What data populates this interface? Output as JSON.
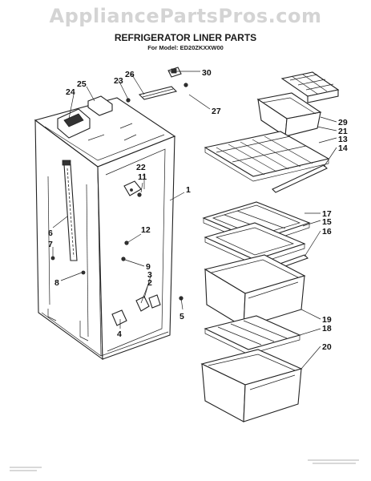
{
  "watermark": "AppliancePartsPros.com",
  "title": "REFRIGERATOR LINER PARTS",
  "subtitle": "For Model: ED20ZKXXW00",
  "callouts": {
    "c1": "1",
    "c2": "2",
    "c3": "3",
    "c4": "4",
    "c5": "5",
    "c6": "6",
    "c7": "7",
    "c8": "8",
    "c9": "9",
    "c11": "11",
    "c12": "12",
    "c13": "13",
    "c14": "14",
    "c15": "15",
    "c16": "16",
    "c17": "17",
    "c18": "18",
    "c19": "19",
    "c20": "20",
    "c21": "21",
    "c22": "22",
    "c23": "23",
    "c24": "24",
    "c25": "25",
    "c26": "26",
    "c27": "27",
    "c29": "29",
    "c30": "30"
  }
}
